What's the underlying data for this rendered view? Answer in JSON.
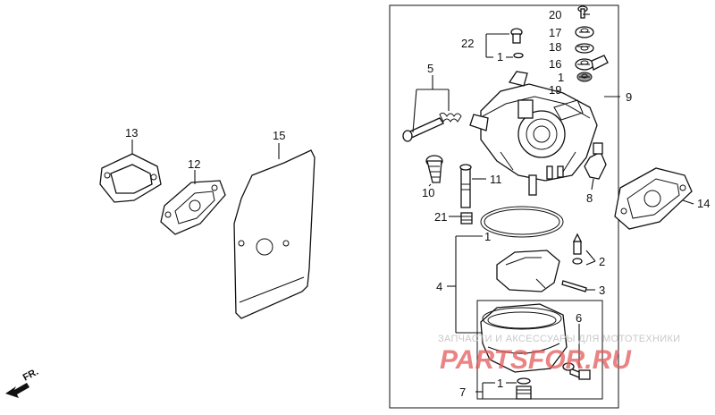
{
  "callouts": {
    "c1a": "1",
    "c1b": "1",
    "c1c": "1",
    "c1d": "1",
    "c2": "2",
    "c3": "3",
    "c4": "4",
    "c5": "5",
    "c6": "6",
    "c7": "7",
    "c8": "8",
    "c9": "9",
    "c10": "10",
    "c11": "11",
    "c12": "12",
    "c13": "13",
    "c14": "14",
    "c15": "15",
    "c16": "16",
    "c17": "17",
    "c18": "18",
    "c19": "19",
    "c20": "20",
    "c21": "21",
    "c22": "22"
  },
  "direction_label": "FR.",
  "watermark": {
    "caption": "ЗАПЧАСТИ И АКСЕССУАРЫ ДЛЯ МОТОТЕХНИКИ",
    "logo": "PARTSFOR.RU"
  }
}
